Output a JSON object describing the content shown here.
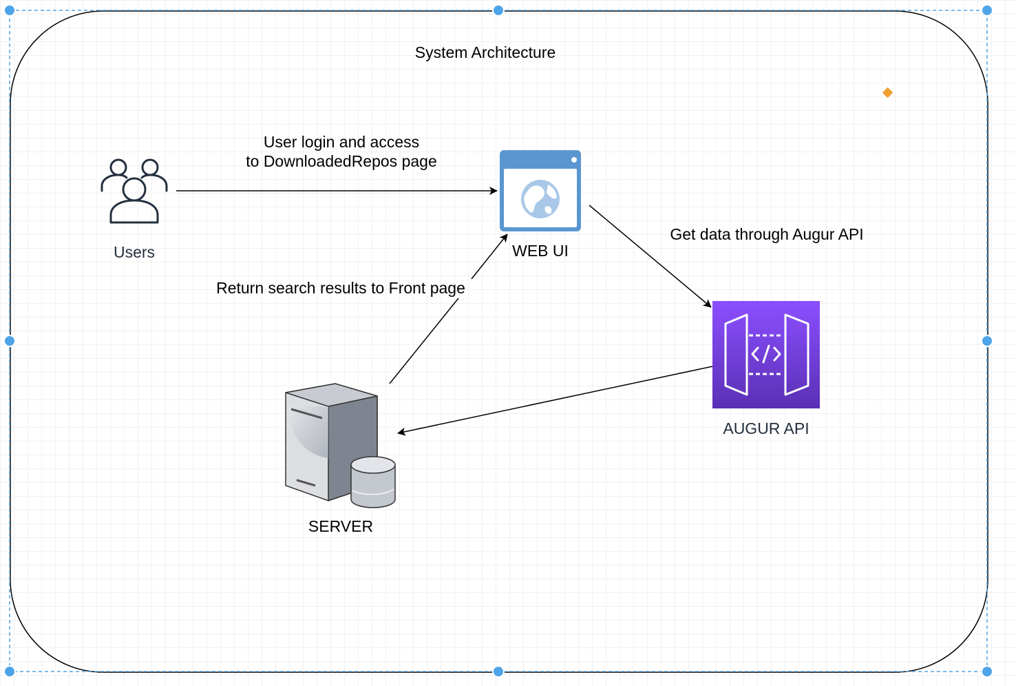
{
  "container": {
    "title": "System Architecture"
  },
  "nodes": {
    "users": {
      "label": "Users",
      "icon": "users-icon"
    },
    "web_ui": {
      "label": "WEB UI",
      "icon": "browser-globe-icon"
    },
    "augur_api": {
      "label": "AUGUR API",
      "icon": "api-gateway-icon"
    },
    "server": {
      "label": "SERVER",
      "icon": "server-database-icon"
    }
  },
  "edges": {
    "users_to_webui": {
      "line1": "User login and access",
      "line2": "to DownloadedRepos page"
    },
    "webui_to_api": {
      "label": "Get data through Augur API"
    },
    "server_to_webui": {
      "label": "Return search results to Front page"
    }
  },
  "colors": {
    "selection": "#4ea4e8",
    "webui_blue": "#5b96d0",
    "api_purple_top": "#8c4fff",
    "api_purple_bottom": "#5a30b5",
    "marker_orange": "#f0a030"
  }
}
